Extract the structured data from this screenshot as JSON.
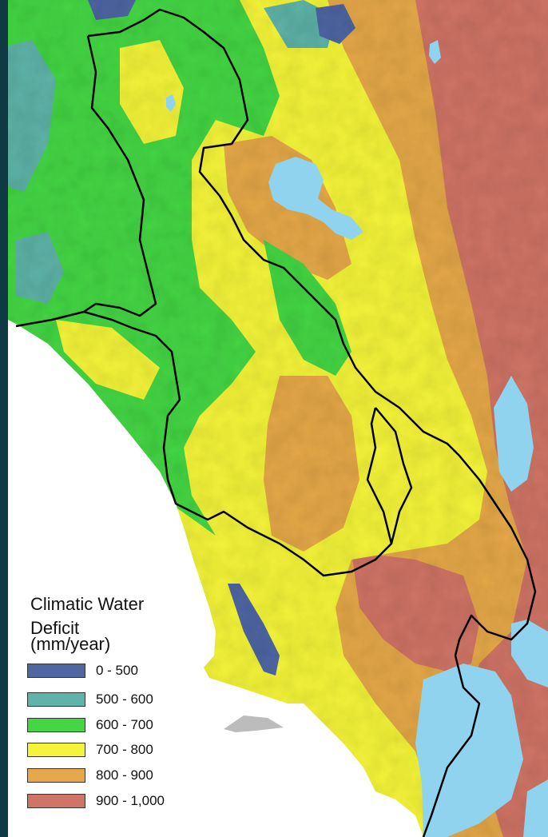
{
  "map": {
    "colors": {
      "frame": "#0f3a44",
      "ocean": "#ffffff",
      "water": "#8fd3ef",
      "boundary": "#000000",
      "sand": "#bcbcbc"
    }
  },
  "legend": {
    "title_line1": "Climatic Water",
    "title_line2": "Deficit",
    "title_line3": "(mm/year)",
    "items": [
      {
        "label": "0 - 500",
        "color": "#4f66a3"
      },
      {
        "label": "500 - 600",
        "color": "#5fb3a8"
      },
      {
        "label": "600 - 700",
        "color": "#45d645"
      },
      {
        "label": "700 - 800",
        "color": "#f4f43a"
      },
      {
        "label": "800 - 900",
        "color": "#e5a84a"
      },
      {
        "label": "900 - 1,000",
        "color": "#cf7466"
      }
    ]
  }
}
